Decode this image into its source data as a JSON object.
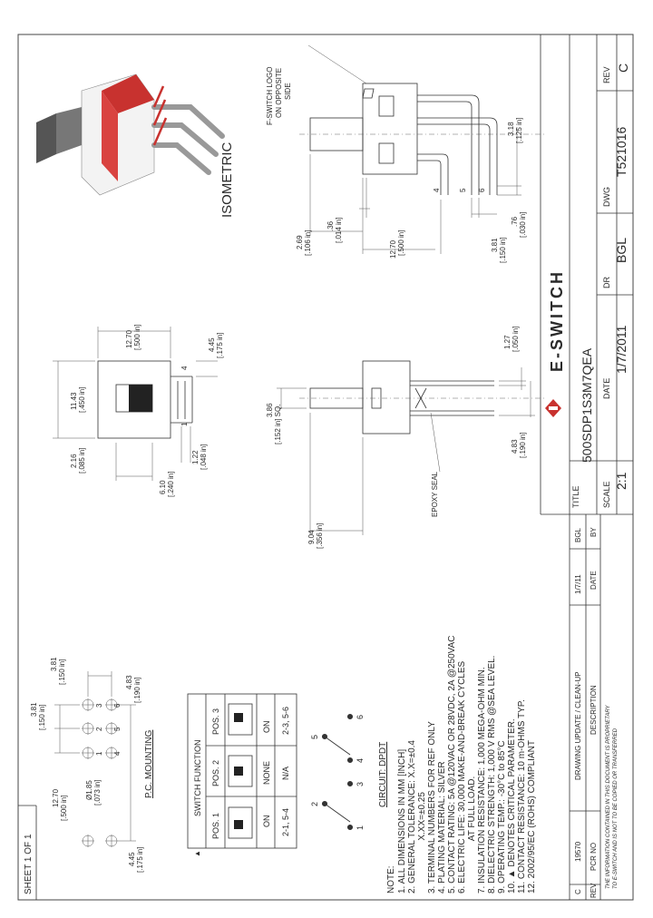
{
  "title_block": {
    "title_label": "TITLE",
    "part_number": "500SDP1S3M7QEA",
    "company": "E-SWITCH",
    "scale_label": "SCALE",
    "scale_value": "2:1",
    "date_label": "DATE",
    "date_value": "1/7/2011",
    "dr_label": "DR",
    "dr_value": "BGL",
    "dwg_label": "DWG",
    "dwg_value": "T521016",
    "rev_label": "REV",
    "rev_value": "C",
    "sheet": "SHEET 1 OF 1"
  },
  "revision_table": {
    "rev_header": "REV",
    "pcr_header": "PCR NO",
    "desc_header": "DESCRIPTION",
    "date_header": "DATE",
    "by_header": "BY",
    "row": {
      "rev": "C",
      "pcr": "19570",
      "desc": "DRAWING UPDATE / CLEAN-UP",
      "date": "1/7/11",
      "by": "BGL"
    },
    "proprietary": [
      "THE INFORMATION CONTAINED IN THIS DOCUMENT IS PROPRIETARY",
      "TO E-SWITCH AND IS NOT TO BE COPIED OR TRANSFERRED"
    ]
  },
  "notes": {
    "heading": "NOTE:",
    "lines": [
      "1. ALL DIMENSIONS IN MM [INCH]",
      "2. GENERAL TOLERANCE: X.X=±0.4",
      "                     X.XX=±0.25",
      "3. TERMINAL NUMBERS FOR REF ONLY",
      "4. PLATING MATERIAL: SILVER",
      "5. CONTACT RATING: 5A @120VAC OR 28VDC, 2A @250VAC",
      "6. ELECTRIC LIFE: 30,000 MAKE-AND-BREAK CYCLES",
      "                     AT FULL LOAD.",
      "7. INSULATION RESISTANCE: 1,000 MEGA-OHM MIN.",
      "8. DIELECTRIC STRENGTH: 1,000 V RMS @SEA LEVEL.",
      "9. OPERATING TEMP.: -30°C to 85°C",
      "10. ▲ DENOTES CRITICAL PARAMETER.",
      "11. CONTACT RESISTANCE: 10 m-OHMS TYP.",
      "12. 2002/95/EC (ROHS) COMPLIANT"
    ]
  },
  "switch_function": {
    "title": "SWITCH FUNCTION",
    "headers": [
      "POS. 1",
      "POS. 2",
      "POS. 3"
    ],
    "mid_row": [
      "ON",
      "NONE",
      "ON"
    ],
    "bottom_row": [
      "2-1, 5-4",
      "N/A",
      "2-3, 5-6"
    ]
  },
  "circuit": {
    "label": "CIRCUIT: DPDT",
    "pins": [
      "1",
      "2",
      "3",
      "4",
      "5",
      "6"
    ]
  },
  "pc_mounting": {
    "label": "P.C. MOUNTING",
    "dims": {
      "d1": "3.81",
      "d1_in": "[.150 in]",
      "d2": "3.81",
      "d2_in": "[.150 in]",
      "d3": "12.70",
      "d3_in": "[.500 in]",
      "d4": "4.83",
      "d4_in": "[.190 in]",
      "d5": "Ø1.85",
      "d5_in": "[.073 in]",
      "d6": "4.45",
      "d6_in": "[.175 in]"
    },
    "pins": [
      "1",
      "2",
      "3",
      "4",
      "5",
      "6"
    ]
  },
  "top_view": {
    "dims": {
      "a": "11.43",
      "a_in": "[.450 in]",
      "b": "12.70",
      "b_in": "[.500 in]",
      "c": "4.45",
      "c_in": "[.175 in]",
      "d": "2.16",
      "d_in": "[.085 in]",
      "e": "6.10",
      "e_in": "[.240 in]",
      "f": "1.22",
      "f_in": "[.048 in]"
    },
    "pins": [
      "4",
      "1"
    ]
  },
  "side_view": {
    "dims": {
      "a": "3.86",
      "a_in": "[.152 in] SQ.",
      "b": "9.04",
      "b_in": "[.356 in]",
      "c": "1.27",
      "c_in": "[.050 in]",
      "d": "4.83",
      "d_in": "[.190 in]"
    },
    "epoxy": "EPOXY SEAL"
  },
  "right_view": {
    "logo_note": [
      "F-SWITCH LOGO",
      "ON OPPOSITE",
      "SIDE"
    ],
    "dims": {
      "a": "2.69",
      "a_in": "[.106 in]",
      "b": ".36",
      "b_in": "[.014 in]",
      "c": "12.70",
      "c_in": "[.500 in]",
      "d": "3.81",
      "d_in": "[.150 in]",
      "e": ".76",
      "e_in": "[.030 in]",
      "f": "3.18",
      "f_in": "[.125 in]"
    },
    "pins": [
      "4",
      "5",
      "6"
    ]
  },
  "isometric_label": "ISOMETRIC",
  "colors": {
    "accent": "#c8322f",
    "line": "#333333"
  }
}
